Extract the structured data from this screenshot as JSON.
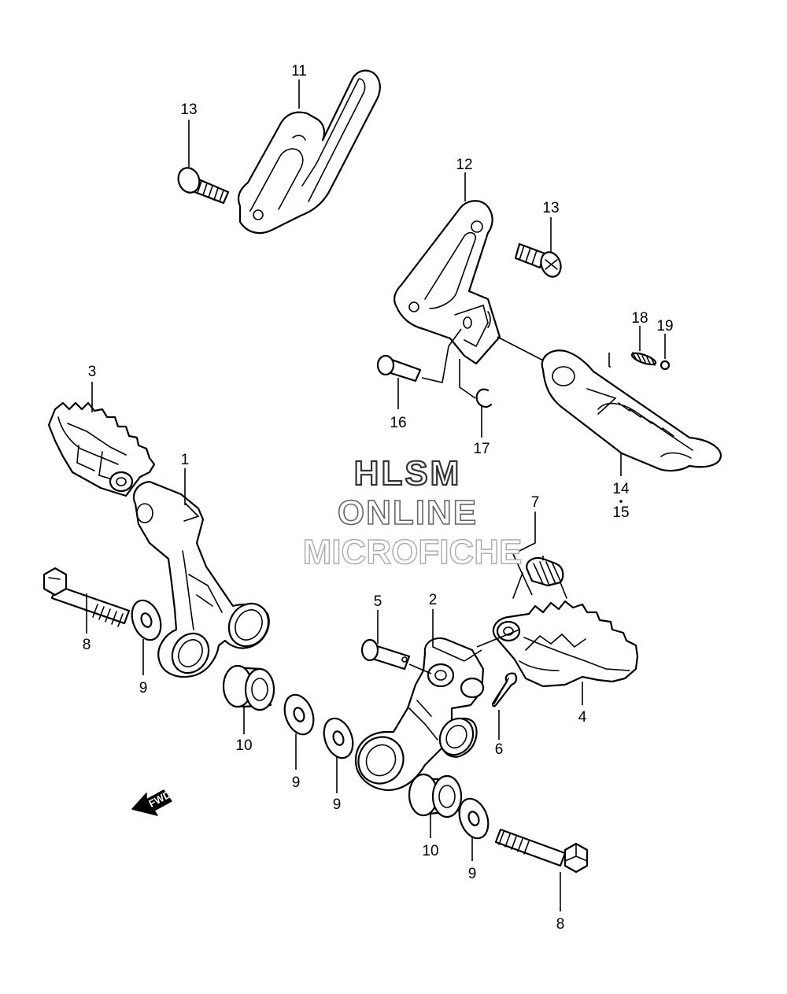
{
  "watermark": {
    "line1": "HLSM",
    "line2": "ONLINE",
    "line3": "MICROFICHE"
  },
  "fwd_label": "FWD",
  "callouts": {
    "c1": "1",
    "c2": "2",
    "c3": "3",
    "c4": "4",
    "c5": "5",
    "c6": "6",
    "c7": "7",
    "c8a": "8",
    "c8b": "8",
    "c9a": "9",
    "c9b": "9",
    "c9c": "9",
    "c9d": "9",
    "c10a": "10",
    "c10b": "10",
    "c11": "11",
    "c12": "12",
    "c13a": "13",
    "c13b": "13",
    "c14": "14",
    "c15": "15",
    "c16": "16",
    "c17": "17",
    "c18": "18",
    "c19": "19"
  }
}
